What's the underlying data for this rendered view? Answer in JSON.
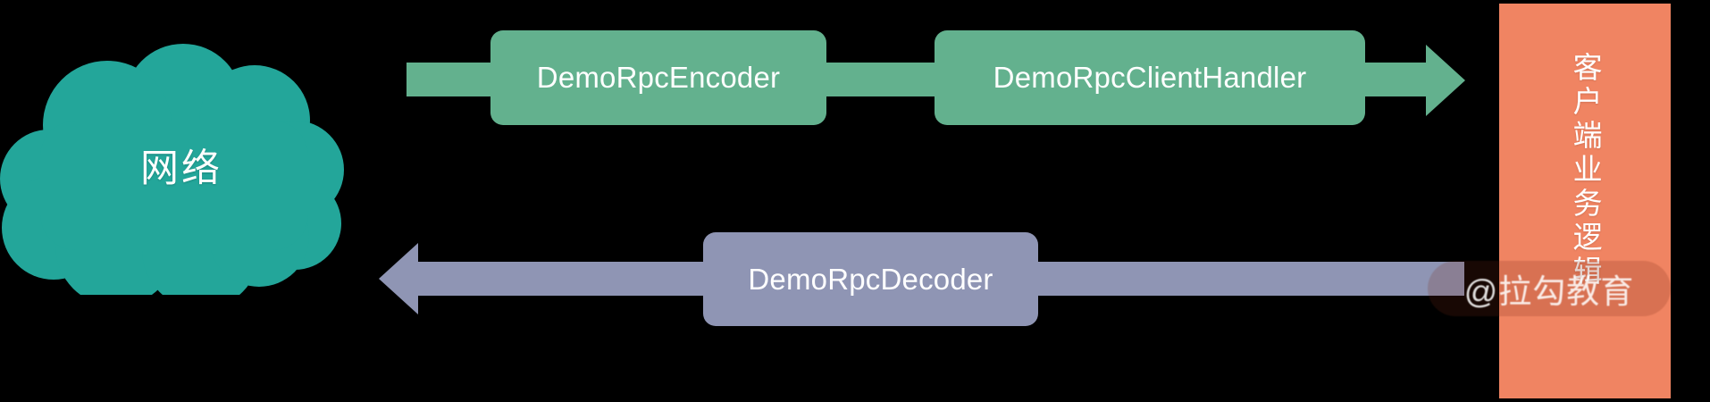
{
  "diagram": {
    "title_node": "网络",
    "network_cloud": {
      "label": "网络",
      "color": "#23a69a"
    },
    "flow_outbound": {
      "direction": "right",
      "color": "#63b18e",
      "nodes": [
        {
          "label": "DemoRpcEncoder"
        },
        {
          "label": "DemoRpcClientHandler"
        }
      ]
    },
    "flow_inbound": {
      "direction": "left",
      "color": "#8f95b4",
      "nodes": [
        {
          "label": "DemoRpcDecoder"
        }
      ]
    },
    "right_panel": {
      "label": "客户端业务逻辑",
      "color": "#f08462"
    },
    "watermark": "@拉勾教育"
  }
}
